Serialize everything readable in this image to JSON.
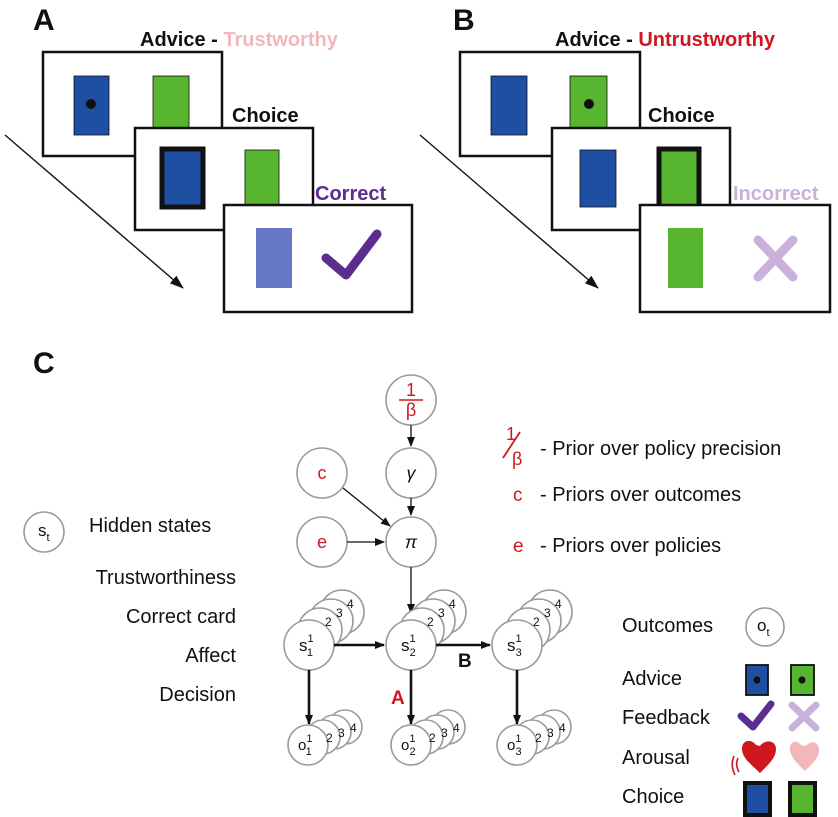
{
  "panels": {
    "a": {
      "letter": "A",
      "advice_prefix": "Advice - ",
      "advice_type": "Trustworthy",
      "choice": "Choice",
      "feedback": "Correct"
    },
    "b": {
      "letter": "B",
      "advice_prefix": "Advice - ",
      "advice_type": "Untrustworthy",
      "choice": "Choice",
      "feedback": "Incorrect"
    },
    "c": {
      "letter": "C"
    }
  },
  "model": {
    "hidden_states_label": "Hidden states",
    "state_symbol": "s",
    "state_subscript": "t",
    "factors": [
      "Trustworthiness",
      "Correct card",
      "Affect",
      "Decision"
    ],
    "outcomes_label": "Outcomes",
    "outcome_symbol": "o",
    "outcome_subscript": "t",
    "outcome_modalities": [
      "Advice",
      "Feedback",
      "Arousal",
      "Choice"
    ],
    "beta_num": "1",
    "beta_den": "β",
    "gamma": "γ",
    "pi": "π",
    "c": "c",
    "e": "e",
    "edge_A": "A",
    "edge_B": "B",
    "stack_indices": [
      "2",
      "3",
      "4"
    ],
    "states": [
      {
        "base": "s",
        "sup": "1",
        "sub": "1"
      },
      {
        "base": "s",
        "sup": "1",
        "sub": "2"
      },
      {
        "base": "s",
        "sup": "1",
        "sub": "3"
      }
    ],
    "outcomes": [
      {
        "base": "o",
        "sup": "1",
        "sub": "1"
      },
      {
        "base": "o",
        "sup": "1",
        "sub": "2"
      },
      {
        "base": "o",
        "sup": "1",
        "sub": "3"
      }
    ],
    "legend": {
      "beta_text": "- Prior over policy precision",
      "c_symbol": "c",
      "c_text": "- Priors over outcomes",
      "e_symbol": "e",
      "e_text": "- Priors over policies"
    }
  },
  "colors": {
    "blue_card": "#1e4fa3",
    "green_card": "#58b530",
    "faded_blue": "#6778c6",
    "check": "#5b2d91",
    "light_purple": "#c9b1dc",
    "trust_pink": "#f2b7b9",
    "red": "#d0161e"
  }
}
